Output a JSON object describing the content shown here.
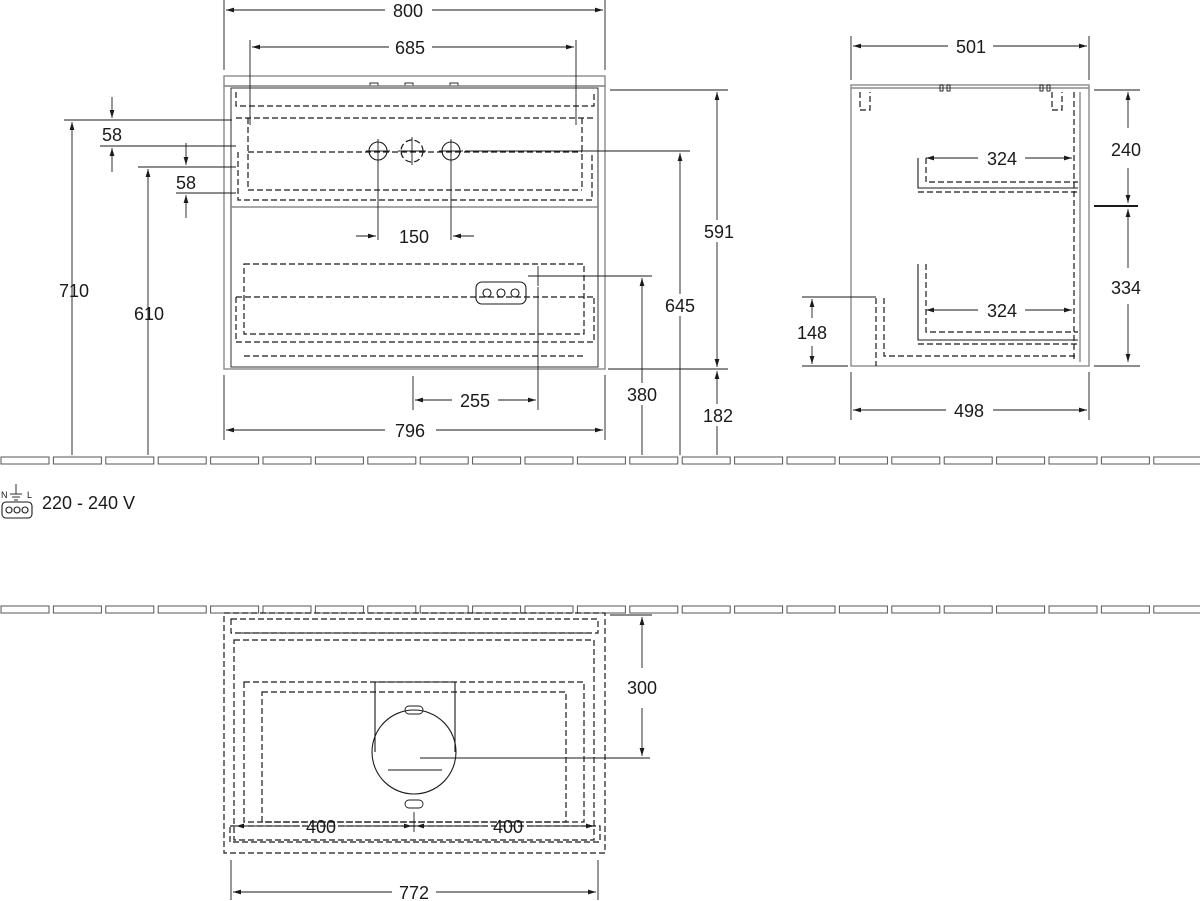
{
  "front_view": {
    "width_top": "800",
    "width_inner": "685",
    "height_total": "710",
    "offset_top_a": "58",
    "offset_top_b": "58",
    "height_610": "610",
    "tap_spacing": "150",
    "height_591": "591",
    "height_645": "645",
    "socket_height": "380",
    "socket_offset": "255",
    "base_height": "182",
    "width_bottom": "796"
  },
  "side_view": {
    "depth_top": "501",
    "shelf_upper_depth": "324",
    "shelf_lower_depth": "324",
    "upper_height": "240",
    "lower_height": "334",
    "plinth_height": "148",
    "depth_bottom": "498"
  },
  "electrical": {
    "voltage": "220 - 240 V",
    "icon": "power-outlet-icon"
  },
  "plan_view": {
    "depth": "300",
    "left_offset": "400",
    "right_offset": "400",
    "width": "772"
  }
}
